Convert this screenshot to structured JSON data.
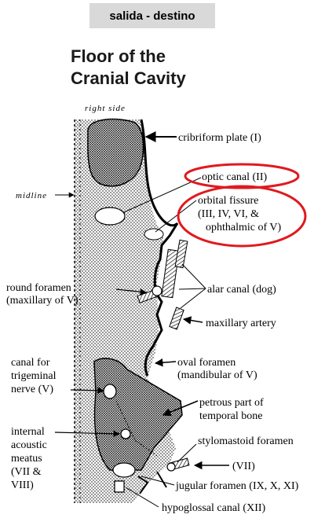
{
  "header": {
    "tag": "salida - destino"
  },
  "title": {
    "line1": "Floor of the",
    "line2": "Cranial Cavity"
  },
  "labels": {
    "right_side": "right side",
    "midline": "midline",
    "cribriform": "cribriform plate (I)",
    "optic": "optic canal (II)",
    "orbital_1": "orbital fissure",
    "orbital_2": "(III, IV, VI, &",
    "orbital_3": "ophthalmic of V)",
    "round_1": "round foramen",
    "round_2": "(maxillary of V)",
    "alar": "alar canal (dog)",
    "maxillary_artery": "maxillary artery",
    "oval_1": "oval foramen",
    "oval_2": "(mandibular of V)",
    "trig_1": "canal for",
    "trig_2": "trigeminal",
    "trig_3": "nerve (V)",
    "petrous_1": "petrous part of",
    "petrous_2": "temporal bone",
    "internal_1": "internal",
    "internal_2": "acoustic",
    "internal_3": "meatus",
    "internal_4": "(VII &",
    "internal_5": "VIII)",
    "stylomastoid": "stylomastoid foramen",
    "vii": "(VII)",
    "jugular": "jugular foramen (IX, X, XI)",
    "hypoglossal": "hypoglossal canal (XII)"
  },
  "highlight_color": "#e0191f"
}
